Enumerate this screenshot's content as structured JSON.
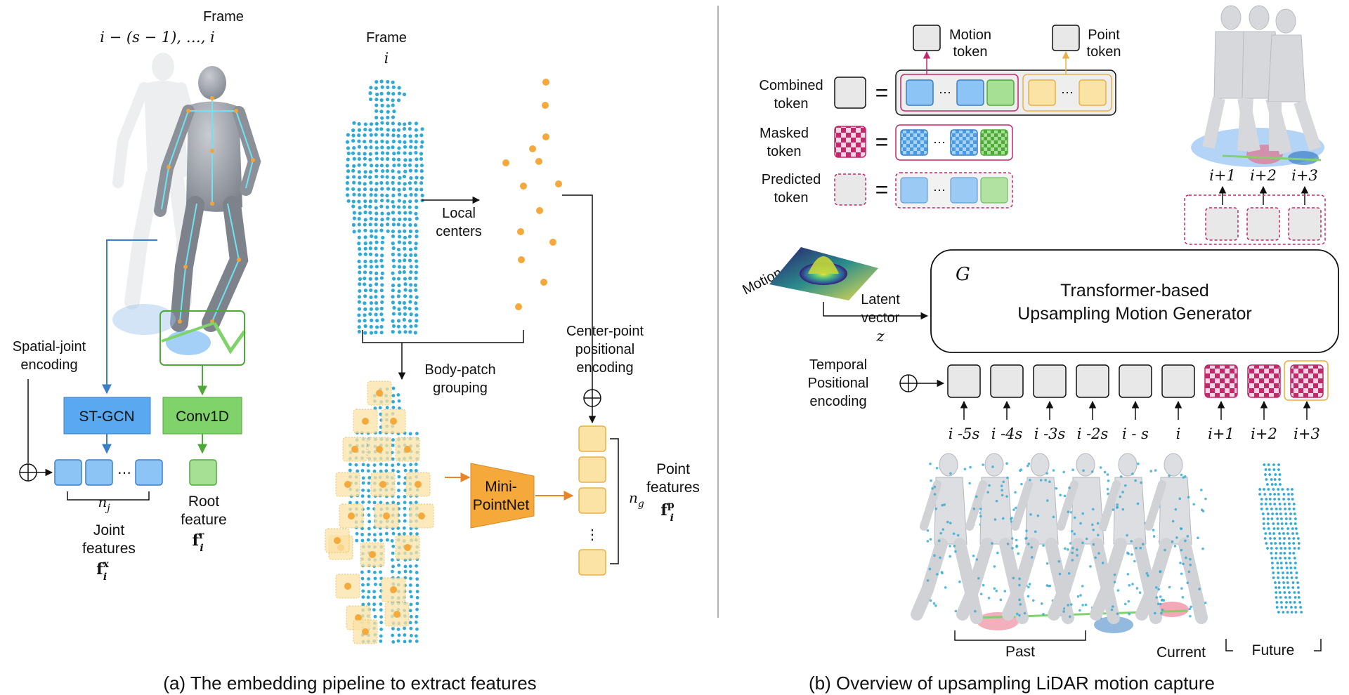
{
  "panel_a": {
    "caption": "(a) The embedding pipeline to extract features",
    "frame_seq_label": "Frame",
    "frame_seq_range": "i − (s − 1), …, i",
    "frame_label": "Frame",
    "frame_index": "i",
    "local_centers": [
      "Local",
      "centers"
    ],
    "body_patch": [
      "Body-patch",
      "grouping"
    ],
    "center_point_pe": [
      "Center-point",
      "positional",
      "encoding"
    ],
    "spatial_joint": [
      "Spatial-joint",
      "encoding"
    ],
    "st_gcn": "ST-GCN",
    "conv1d": "Conv1D",
    "mini_pointnet": [
      "Mini-",
      "PointNet"
    ],
    "nj": "n",
    "nj_sub": "j",
    "ng": "n",
    "ng_sub": "g",
    "joint_features": [
      "Joint",
      "features"
    ],
    "joint_symbol": "f",
    "joint_sup": "x",
    "joint_sub": "i",
    "root_feature": [
      "Root",
      "feature"
    ],
    "root_symbol": "f",
    "root_sup": "r",
    "root_sub": "i",
    "point_features": [
      "Point",
      "features"
    ],
    "point_symbol": "f",
    "point_sup": "p",
    "point_sub": "i",
    "ellipsis": "⋯",
    "vdots": "⋮"
  },
  "panel_b": {
    "caption": "(b) Overview of upsampling LiDAR motion capture",
    "motion_token": [
      "Motion",
      "token"
    ],
    "point_token": [
      "Point",
      "token"
    ],
    "combined_token": [
      "Combined",
      "token"
    ],
    "masked_token": [
      "Masked",
      "token"
    ],
    "predicted_token": [
      "Predicted",
      "token"
    ],
    "motion_prior": "Motion prior",
    "latent_vector": [
      "Latent",
      "vector"
    ],
    "latent_symbol": "z",
    "generator_symbol": "G",
    "generator_title": [
      "Transformer-based",
      "Upsampling Motion Generator"
    ],
    "temporal_pe": [
      "Temporal",
      "Positional",
      "encoding"
    ],
    "seq_labels": [
      "i -5s",
      "i -4s",
      "i -3s",
      "i -2s",
      "i - s",
      "i",
      "i+1",
      "i+2",
      "i+3"
    ],
    "future_top_labels": [
      "i+1",
      "i+2",
      "i+3"
    ],
    "past": "Past",
    "current": "Current",
    "future": "Future",
    "ellipsis": "⋯"
  },
  "colors": {
    "blue": "#5aa9f0",
    "blue_dark": "#3b7fc4",
    "green": "#7fd36a",
    "green_dark": "#4fa83a",
    "orange": "#f4a93a",
    "yellow_fill": "#fbe3a6",
    "yellow_edge": "#e8b04a",
    "magenta": "#c2286a",
    "grey_token": "#e8e8e8",
    "cyan_dots": "#2fa9d6"
  }
}
